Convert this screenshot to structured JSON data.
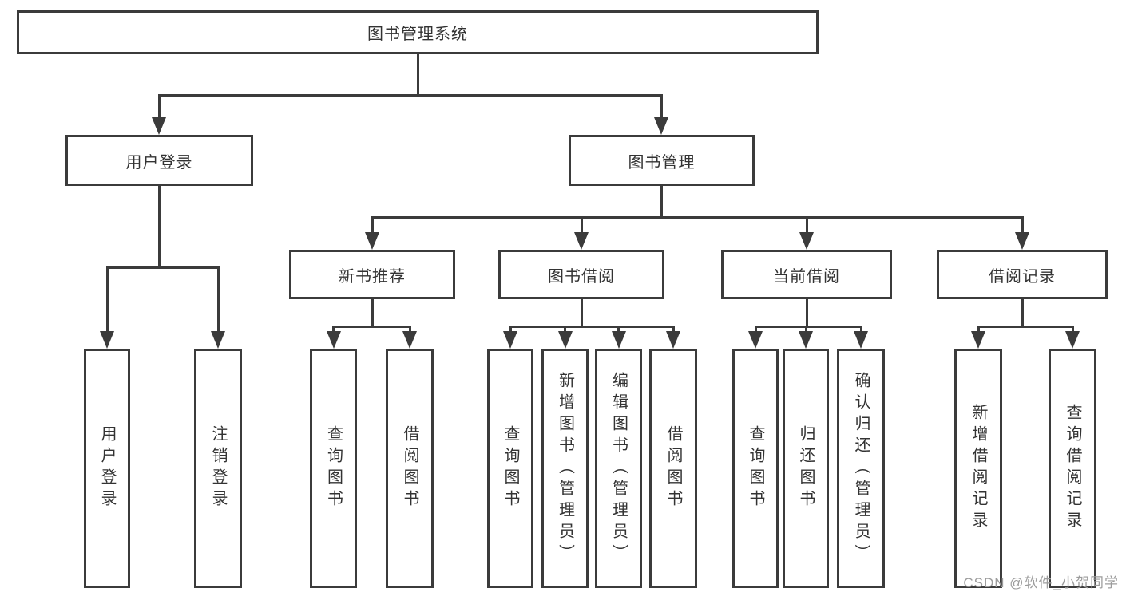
{
  "tree": {
    "root": {
      "label": "图书管理系统"
    },
    "branches": [
      {
        "label": "用户登录",
        "children": [
          {
            "label": "用户登录"
          },
          {
            "label": "注销登录"
          }
        ]
      },
      {
        "label": "图书管理",
        "children": [
          {
            "label": "新书推荐",
            "children": [
              {
                "label": "查询图书"
              },
              {
                "label": "借阅图书"
              }
            ]
          },
          {
            "label": "图书借阅",
            "children": [
              {
                "label": "查询图书"
              },
              {
                "label": "新增图书（管理员）"
              },
              {
                "label": "编辑图书（管理员）"
              },
              {
                "label": "借阅图书"
              }
            ]
          },
          {
            "label": "当前借阅",
            "children": [
              {
                "label": "查询图书"
              },
              {
                "label": "归还图书"
              },
              {
                "label": "确认归还（管理员）"
              }
            ]
          },
          {
            "label": "借阅记录",
            "children": [
              {
                "label": "新增借阅记录"
              },
              {
                "label": "查询借阅记录"
              }
            ]
          }
        ]
      }
    ]
  },
  "watermark": {
    "text": "CSDN @软件_小贺同学"
  },
  "colors": {
    "line": "#3b3b3b",
    "text": "#333333",
    "box_bg": "#ffffff",
    "background": "#ffffff",
    "watermark": "#9c9c9c"
  }
}
